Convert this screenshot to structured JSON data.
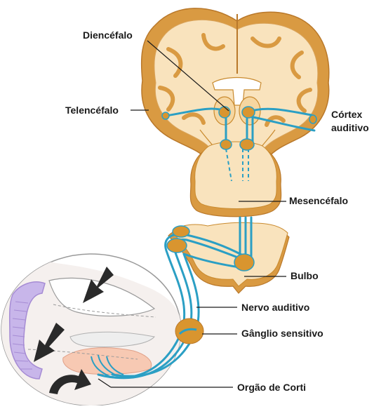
{
  "labels": {
    "diencefalo": "Diencéfalo",
    "telencefalo": "Telencéfalo",
    "cortex_line1": "Córtex",
    "cortex_line2": "auditivo",
    "mesencefalo": "Mesencéfalo",
    "bulbo": "Bulbo",
    "nervo_auditivo": "Nervo auditivo",
    "ganglio_sensitivo": "Gânglio sensitivo",
    "orgao_de_corti": "Orgão de Corti"
  },
  "colors": {
    "tissue": "#f9e3bd",
    "tissue_outline": "#c98a2e",
    "cortex": "#d99a42",
    "pathway": "#2b9fc4",
    "nucleus": "#d9952f",
    "leader_line": "#1a1a1a",
    "cochlea_purple": "#a68cd4",
    "organ_pink": "#f2b49c",
    "arrow": "#2a2a2a"
  }
}
